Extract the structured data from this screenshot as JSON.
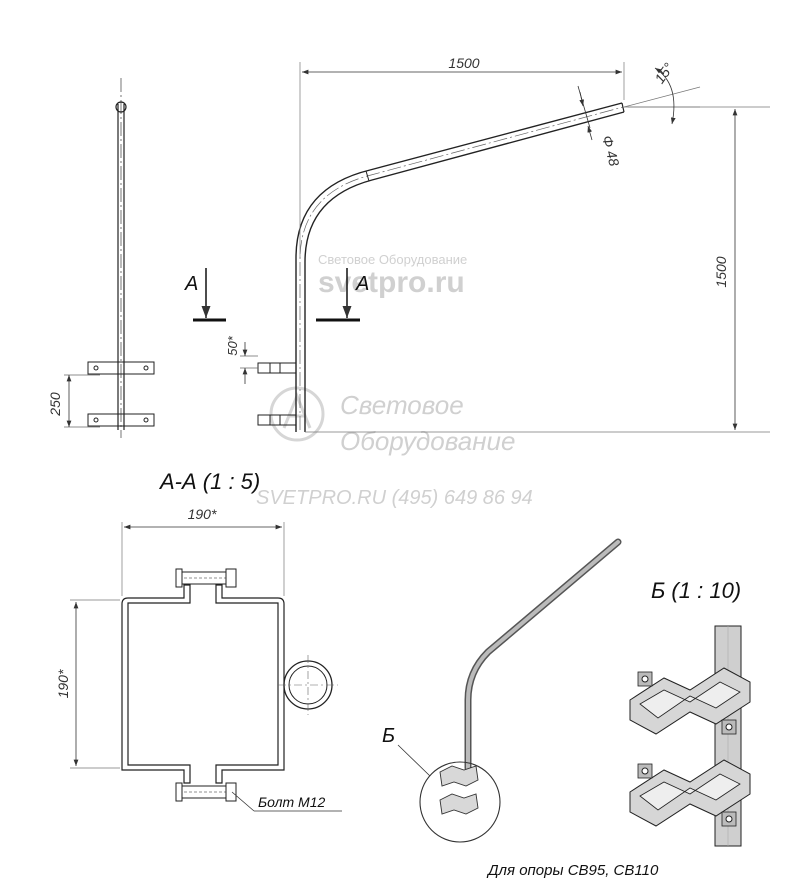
{
  "dimensions": {
    "width": "1500",
    "height": "1500",
    "angle": "15°",
    "diameter": "Φ 48",
    "offset": "50*",
    "clamp_spacing": "250",
    "clamp_width": "190*",
    "clamp_height": "190*"
  },
  "section_marks": {
    "left": "A",
    "right": "A"
  },
  "views": {
    "section_title": "А-А (1 : 5)",
    "detail_title": "Б (1 : 10)",
    "detail_marker": "Б"
  },
  "labels": {
    "bolt": "Болт М12",
    "footer": "Для опоры СВ95, СВ110"
  },
  "watermarks": {
    "line1": "Световое Оборудование",
    "line2": "svetpro.ru",
    "logo_line1": "Световое",
    "logo_line2": "Оборудование",
    "logo_line3": "SVETPRO.RU   (495) 649 86 94"
  }
}
